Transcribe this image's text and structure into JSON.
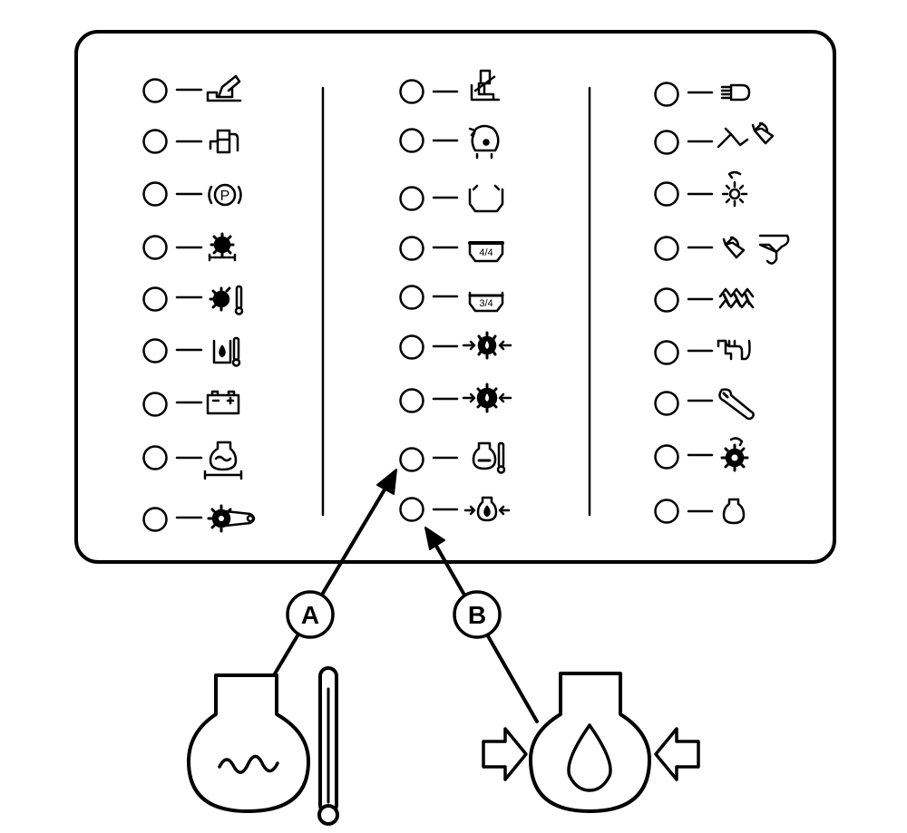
{
  "callouts": {
    "a": "A",
    "b": "B"
  },
  "icon_text": {
    "park": "P",
    "fuel_4_4": "4/4",
    "fuel_3_4": "3/4"
  },
  "columns": [
    {
      "indicators": [
        {
          "icon": "hydraulic-oil-level-icon"
        },
        {
          "icon": "fuel-pump-icon"
        },
        {
          "icon": "parking-brake-icon"
        },
        {
          "icon": "transmission-filter-icon"
        },
        {
          "icon": "transmission-oil-temperature-icon"
        },
        {
          "icon": "hydraulic-oil-temperature-icon"
        },
        {
          "icon": "battery-icon"
        },
        {
          "icon": "engine-coolant-level-icon"
        },
        {
          "icon": "engine-belt-icon"
        }
      ]
    },
    {
      "indicators": [
        {
          "icon": "seat-belt-icon"
        },
        {
          "icon": "differential-lock-icon"
        },
        {
          "icon": "fuel-tank-empty-icon"
        },
        {
          "icon": "fuel-level-4-4-icon"
        },
        {
          "icon": "fuel-level-3-4-icon"
        },
        {
          "icon": "transmission-oil-pressure-icon"
        },
        {
          "icon": "brake-pressure-icon"
        },
        {
          "icon": "engine-coolant-temperature-icon"
        },
        {
          "icon": "engine-oil-pressure-icon"
        }
      ]
    },
    {
      "indicators": [
        {
          "icon": "headlight-icon"
        },
        {
          "icon": "boom-suspension-icon"
        },
        {
          "icon": "work-light-icon"
        },
        {
          "icon": "ride-control-bucket-icon"
        },
        {
          "icon": "fan-reverse-icon"
        },
        {
          "icon": "air-filter-restriction-icon"
        },
        {
          "icon": "service-wrench-icon"
        },
        {
          "icon": "engine-fault-icon"
        },
        {
          "icon": "engine-warning-icon"
        }
      ]
    }
  ],
  "enlarged_symbols": [
    {
      "callout": "A",
      "icon": "engine-coolant-temperature-icon"
    },
    {
      "callout": "B",
      "icon": "engine-oil-pressure-icon"
    }
  ]
}
